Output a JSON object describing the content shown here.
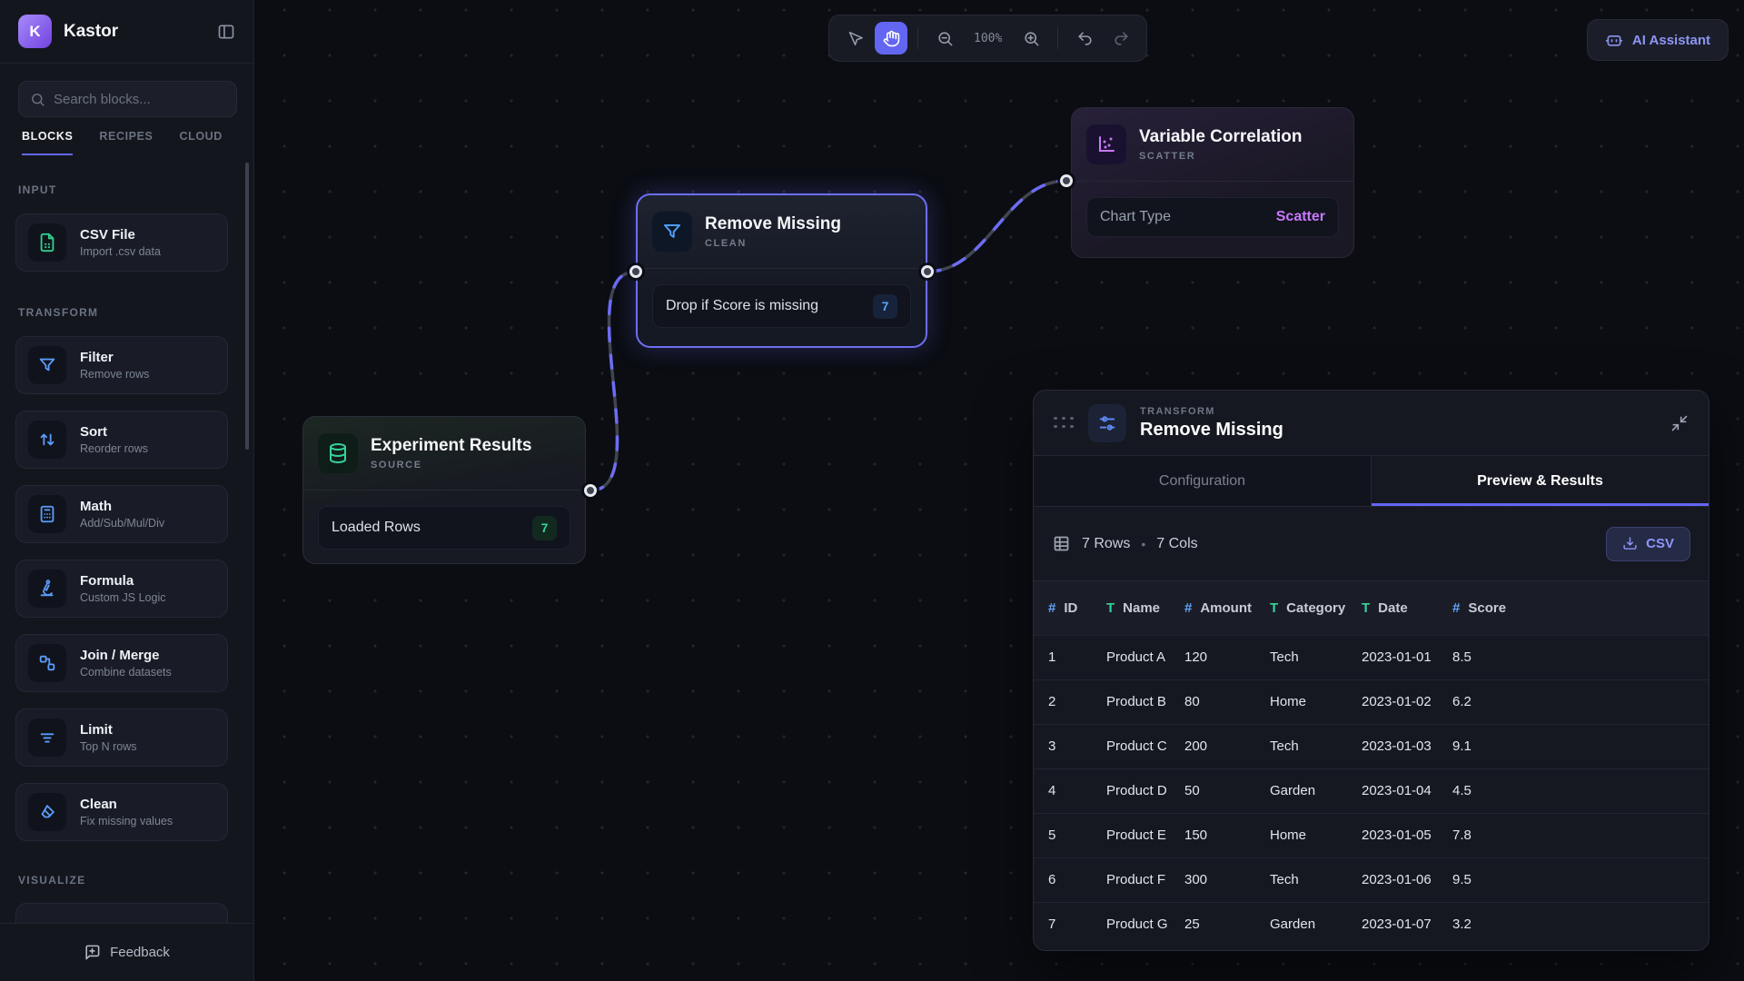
{
  "app": {
    "name": "Kastor",
    "logo_letter": "K"
  },
  "sidebar": {
    "search_placeholder": "Search blocks...",
    "tabs": [
      {
        "label": "BLOCKS"
      },
      {
        "label": "RECIPES"
      },
      {
        "label": "CLOUD"
      }
    ],
    "sections": {
      "input": "INPUT",
      "transform": "TRANSFORM",
      "visualize": "VISUALIZE"
    },
    "blocks": [
      {
        "title": "CSV File",
        "desc": "Import .csv data"
      },
      {
        "title": "Filter",
        "desc": "Remove rows"
      },
      {
        "title": "Sort",
        "desc": "Reorder rows"
      },
      {
        "title": "Math",
        "desc": "Add/Sub/Mul/Div"
      },
      {
        "title": "Formula",
        "desc": "Custom JS Logic"
      },
      {
        "title": "Join / Merge",
        "desc": "Combine datasets"
      },
      {
        "title": "Limit",
        "desc": "Top N rows"
      },
      {
        "title": "Clean",
        "desc": "Fix missing values"
      }
    ],
    "feedback_label": "Feedback"
  },
  "toolbar": {
    "zoom_level": "100%"
  },
  "topbar": {
    "ai_assistant_label": "AI Assistant"
  },
  "nodes": {
    "source": {
      "title": "Experiment Results",
      "type": "SOURCE",
      "row_label": "Loaded Rows",
      "badge": "7"
    },
    "clean": {
      "title": "Remove Missing",
      "type": "CLEAN",
      "row_label": "Drop if Score is missing",
      "badge": "7"
    },
    "chart": {
      "title": "Variable Correlation",
      "type": "SCATTER",
      "row_label": "Chart Type",
      "row_value": "Scatter"
    }
  },
  "panel": {
    "category": "TRANSFORM",
    "title": "Remove Missing",
    "tabs": [
      {
        "label": "Configuration"
      },
      {
        "label": "Preview & Results"
      }
    ],
    "stats": {
      "rows": "7 Rows",
      "separator": "•",
      "cols": "7 Cols"
    },
    "csv_button": "CSV",
    "table": {
      "columns": [
        {
          "label": "ID",
          "glyph": "#"
        },
        {
          "label": "Name",
          "glyph": "T"
        },
        {
          "label": "Amount",
          "glyph": "#"
        },
        {
          "label": "Category",
          "glyph": "T"
        },
        {
          "label": "Date",
          "glyph": "T"
        },
        {
          "label": "Score",
          "glyph": "#"
        }
      ],
      "rows": [
        [
          "1",
          "Product A",
          "120",
          "Tech",
          "2023-01-01",
          "8.5"
        ],
        [
          "2",
          "Product B",
          "80",
          "Home",
          "2023-01-02",
          "6.2"
        ],
        [
          "3",
          "Product C",
          "200",
          "Tech",
          "2023-01-03",
          "9.1"
        ],
        [
          "4",
          "Product D",
          "50",
          "Garden",
          "2023-01-04",
          "4.5"
        ],
        [
          "5",
          "Product E",
          "150",
          "Home",
          "2023-01-05",
          "7.8"
        ],
        [
          "6",
          "Product F",
          "300",
          "Tech",
          "2023-01-06",
          "9.5"
        ],
        [
          "7",
          "Product G",
          "25",
          "Garden",
          "2023-01-07",
          "3.2"
        ]
      ]
    }
  },
  "colors": {
    "accent": "#6366f1",
    "green": "#34d399",
    "blue": "#60a5fa",
    "purple": "#c084fc"
  }
}
